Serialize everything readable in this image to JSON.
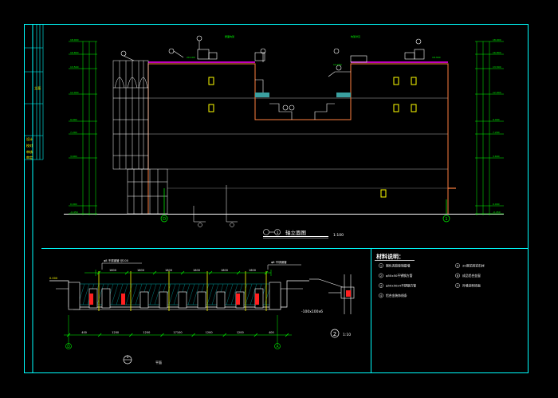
{
  "colors": {
    "background": "#000000",
    "frame": "#00ffff",
    "wall": "#ff8040",
    "detail": "#ffffff",
    "window": "#ffff00",
    "roof": "#ff00ff",
    "dimension": "#00ff00",
    "hatch": "#00a0a0",
    "glass": "#3aa0a0",
    "label": "#ffff00"
  },
  "elevation": {
    "title": "轴立面图",
    "scale": "1:100",
    "axis_left": "D",
    "axis_right": "1",
    "axis_mid": "1",
    "level_labels_left": [
      "18.000",
      "16.800",
      "13.500",
      "12.000",
      "9.000",
      "7.200",
      "3.600",
      "0.000",
      "-0.450"
    ],
    "level_labels_right": [
      "18.000",
      "16.800",
      "13.500",
      "12.000",
      "9.000",
      "7.200",
      "3.600",
      "0.000",
      "-0.450"
    ]
  },
  "section": {
    "scale": "1:10",
    "circle_num": "2",
    "dims_bottom": [
      "400",
      "1200",
      "1200",
      "17100",
      "1200",
      "1200",
      "400"
    ],
    "dims_top": [
      "1600",
      "1800",
      "1800",
      "1800",
      "1800",
      "1600"
    ],
    "label_steel": "φ8 不锈钢管 @200",
    "label_rail": "φ8 不锈钢管",
    "label_plate": "-100x100x6",
    "axis_left": "D",
    "axis_right": "A",
    "plan_label": "1",
    "plan_sub": "平面"
  },
  "notes": {
    "title": "材料说明：",
    "items": [
      {
        "num": "1",
        "text": "钢化夹胶玻璃幕墙"
      },
      {
        "num": "2",
        "text": "φ50x50不锈钢方管"
      },
      {
        "num": "3",
        "text": "φ50x50x4不锈钢方管"
      },
      {
        "num": "4",
        "text": "铝合金装饰线条"
      },
      {
        "num": "5",
        "text": "20厚花岗岩石材"
      },
      {
        "num": "6",
        "text": "成品铝合金窗"
      },
      {
        "num": "7",
        "text": "外墙涂料饰面"
      }
    ]
  },
  "titleblock": {
    "cells": [
      "设计",
      "校对",
      "审核",
      "审定"
    ],
    "project": "立面"
  }
}
